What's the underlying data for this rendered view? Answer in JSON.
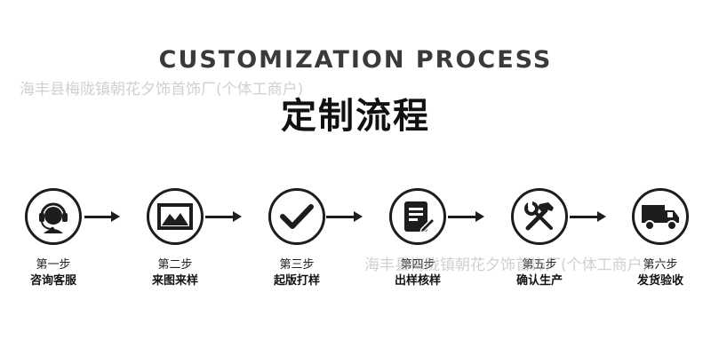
{
  "header": {
    "title_en": "CUSTOMIZATION PROCESS",
    "title_cn": "定制流程"
  },
  "watermark": {
    "text_1": "海丰县梅陇镇朝花夕饰首饰厂(个体工商户)",
    "text_2": "海丰县梅陇镇朝花夕饰首饰厂(个体工商户)"
  },
  "steps": [
    {
      "number": "第一步",
      "name": "咨询客服",
      "icon": "headset-support-icon"
    },
    {
      "number": "第二步",
      "name": "来图来样",
      "icon": "picture-image-icon"
    },
    {
      "number": "第三步",
      "name": "起版打样",
      "icon": "checkmark-icon"
    },
    {
      "number": "第四步",
      "name": "出样核样",
      "icon": "document-edit-icon"
    },
    {
      "number": "第五步",
      "name": "确认生产",
      "icon": "hammer-wrench-tools-icon"
    },
    {
      "number": "第六步",
      "name": "发货验收",
      "icon": "delivery-truck-icon"
    }
  ],
  "colors": {
    "line": "#1d1d1d",
    "title": "#111111"
  }
}
